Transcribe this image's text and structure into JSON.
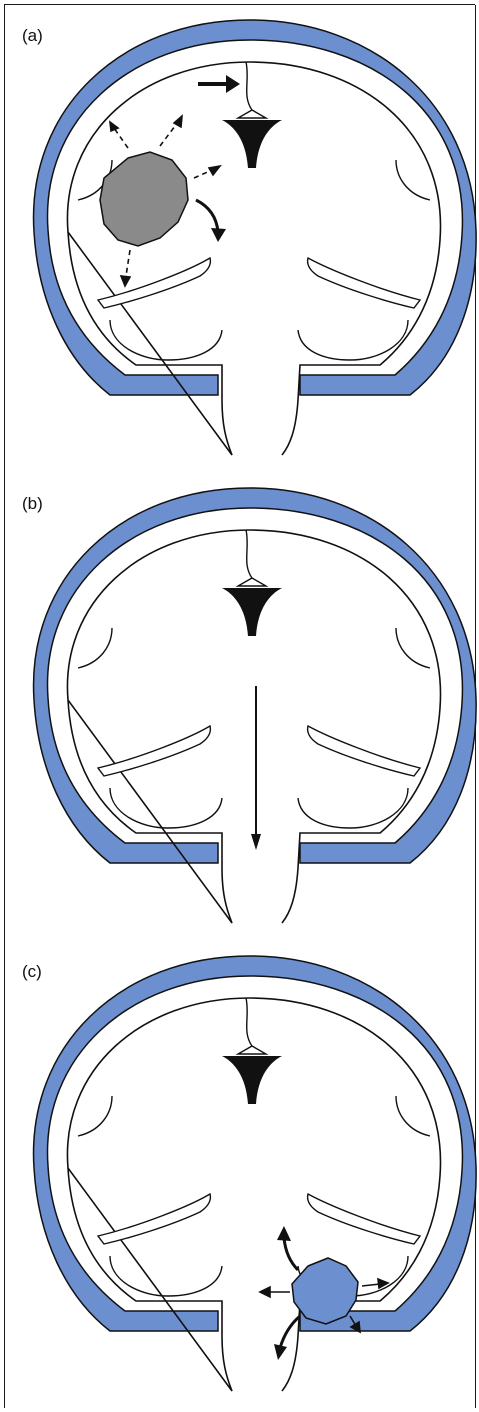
{
  "panels": [
    {
      "label": "(a)"
    },
    {
      "label": "(b)"
    },
    {
      "label": "(c)"
    }
  ],
  "colors": {
    "skull": "#6b8fcf",
    "outline": "#111111",
    "mass_a": "#8a8a8a",
    "mass_c": "#6b8fcf",
    "falx_tip": "#bfbfbf"
  }
}
